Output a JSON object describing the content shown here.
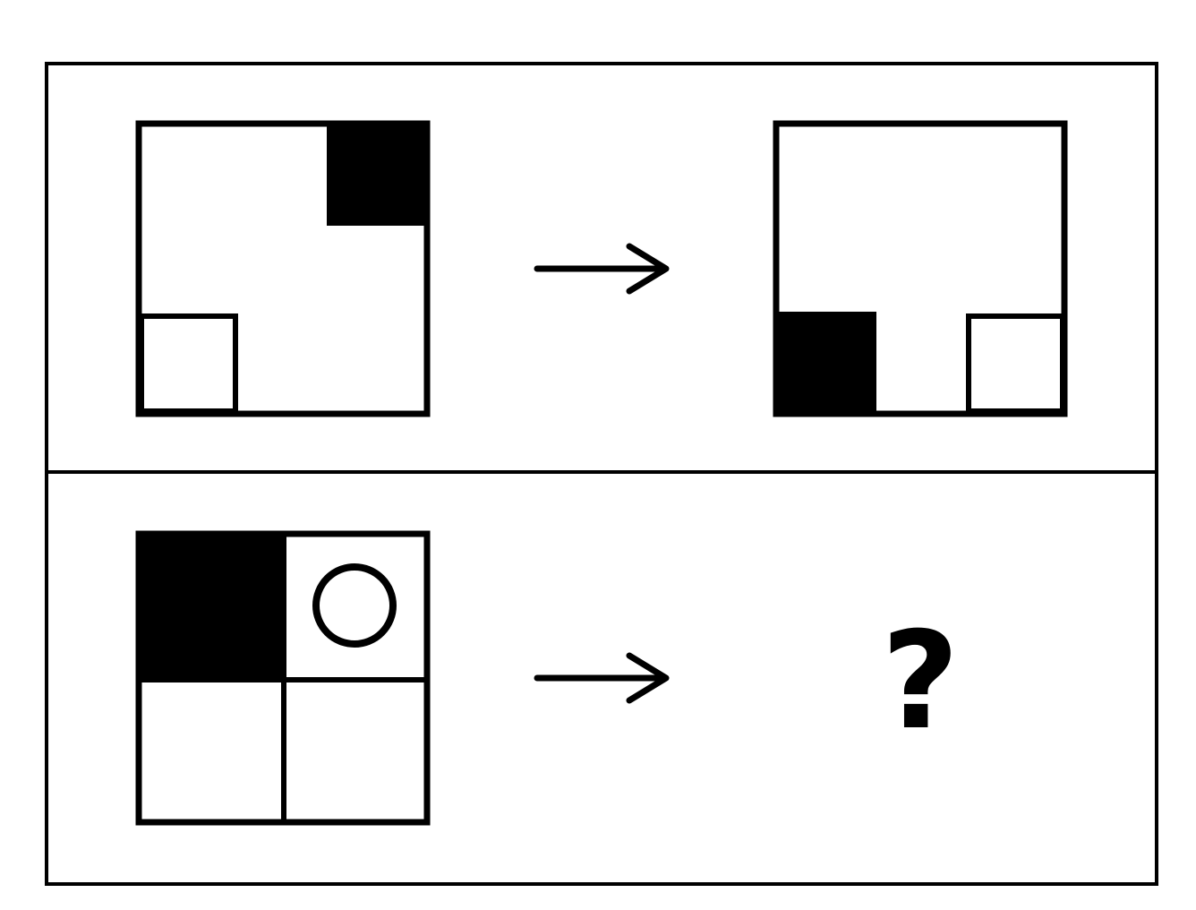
{
  "colors": {
    "background": "#ffffff",
    "stroke": "#000000",
    "fill_dark": "#000000"
  },
  "rows": [
    {
      "source": "square-with-black-top-right-and-small-outlined-bottom-left",
      "arrow_icon": "right-arrow-icon",
      "result": "square-with-black-bottom-left-and-small-outlined-bottom-right"
    },
    {
      "source": "2x2-grid-black-top-left-circle-top-right",
      "arrow_icon": "right-arrow-icon",
      "answer": "?"
    }
  ]
}
